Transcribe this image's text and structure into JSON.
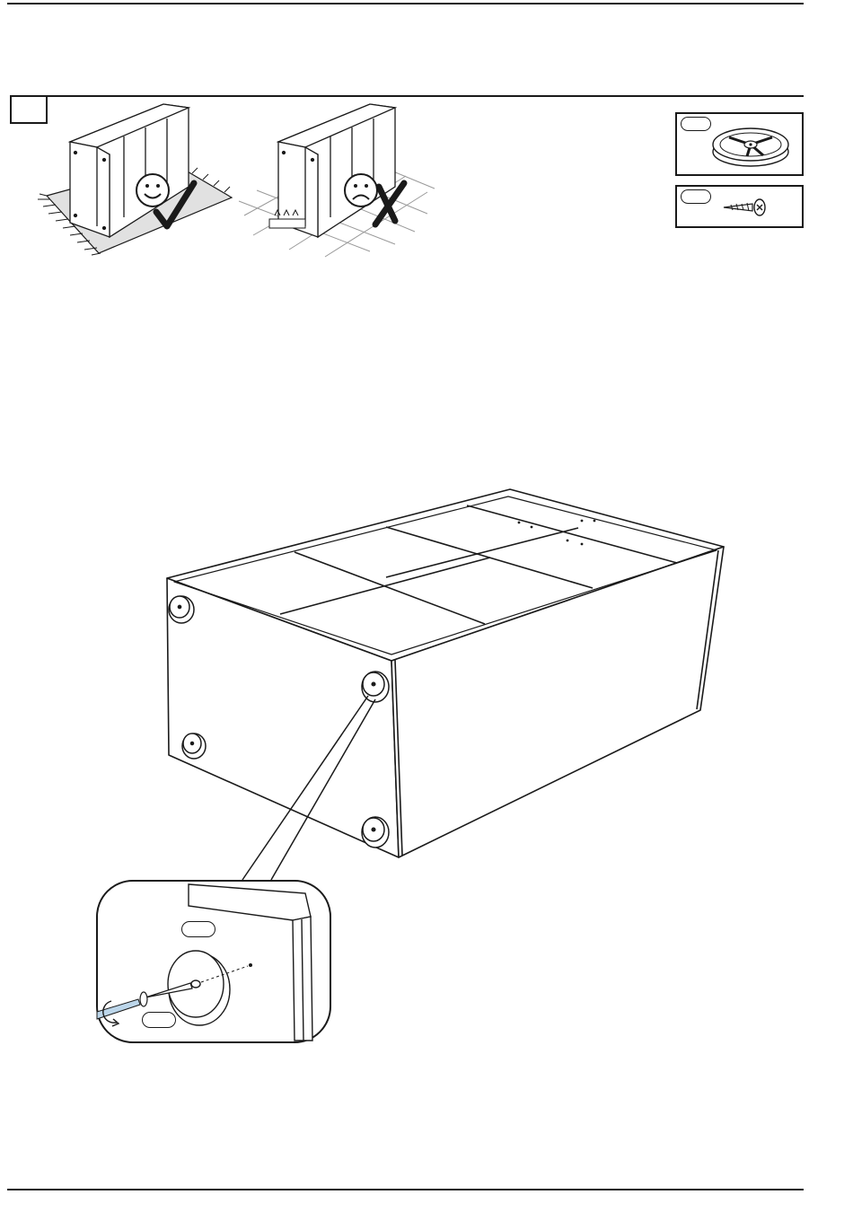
{
  "page": {
    "step_number": "",
    "parts": [
      {
        "id": "part-furniture-glide",
        "label": "",
        "icon": "furniture-glide-icon"
      },
      {
        "id": "part-screw",
        "label": "",
        "icon": "screw-icon"
      }
    ],
    "guidance": [
      {
        "id": "do-assemble-on-rug",
        "icon": "smiley-face-icon",
        "mark": "check-mark-icon"
      },
      {
        "id": "dont-assemble-on-hard-floor",
        "icon": "sad-face-icon",
        "mark": "cross-mark-icon"
      }
    ],
    "detail_callouts": [
      "",
      ""
    ],
    "colors": {
      "line": "#1a1a1a",
      "rug": "#e1e1e1",
      "tile_grid": "#9a9a9a",
      "screwdriver": "#bcd6ea"
    }
  }
}
